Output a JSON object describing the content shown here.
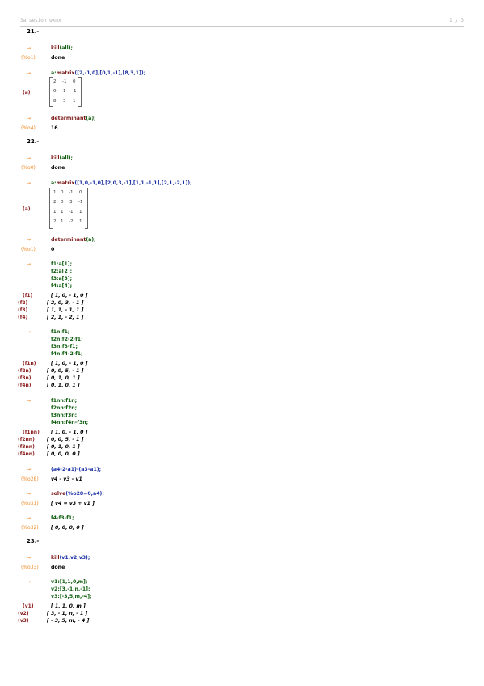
{
  "header": {
    "file": "3a_sesion.wxmx",
    "page": "1 / 3"
  },
  "s21": {
    "title": "21.-",
    "i1": {
      "prompt": "→",
      "fn": "kill",
      "args": "(all);"
    },
    "o1": {
      "label": "(%o1)",
      "text": "done"
    },
    "i2": {
      "prompt": "→",
      "pre": "a:",
      "fn": "matrix",
      "args": "([2,-1,0],[0,1,-1],[8,3,1]);"
    },
    "m": {
      "label": "(a)",
      "rows": [
        [
          "2",
          "-1",
          "0"
        ],
        [
          "0",
          "1",
          "-1"
        ],
        [
          "8",
          "3",
          "1"
        ]
      ]
    },
    "i3": {
      "prompt": "→",
      "fn": "determinant",
      "args": "(a);"
    },
    "o3": {
      "label": "(%o4)",
      "text": "16"
    }
  },
  "s22": {
    "title": "22.-",
    "i1": {
      "prompt": "→",
      "fn": "kill",
      "args": "(all);"
    },
    "o1": {
      "label": "(%o0)",
      "text": "done"
    },
    "i2": {
      "prompt": "→",
      "pre": "a:",
      "fn": "matrix",
      "args": "([1,0,-1,0],[2,0,3,-1],[1,1,-1,1],[2,1,-2,1]);"
    },
    "m": {
      "label": "(a)",
      "rows": [
        [
          "1",
          "0",
          "-1",
          "0"
        ],
        [
          "2",
          "0",
          "3",
          "-1"
        ],
        [
          "1",
          "1",
          "-1",
          "1"
        ],
        [
          "2",
          "1",
          "-2",
          "1"
        ]
      ]
    },
    "i3": {
      "prompt": "→",
      "fn": "determinant",
      "args": "(a);"
    },
    "o3": {
      "label": "(%o1)",
      "text": "0"
    },
    "i4": {
      "prompt": "→",
      "lines": [
        "f1:a[1];",
        "f2:a[2];",
        "f3:a[3];",
        "f4:a[4];"
      ]
    },
    "o4": [
      {
        "label": "(f1)",
        "text": "[ 1, 0, - 1, 0 ]"
      },
      {
        "label": "(f2)",
        "text": "[ 2, 0, 3, - 1 ]"
      },
      {
        "label": "(f3)",
        "text": "[ 1, 1, - 1, 1 ]"
      },
      {
        "label": "(f4)",
        "text": "[ 2, 1, - 2, 1 ]"
      }
    ],
    "i5": {
      "prompt": "→",
      "lines": [
        "f1n:f1;",
        "f2n:f2-2·f1;",
        "f3n:f3-f1;",
        "f4n:f4-2·f1;"
      ]
    },
    "o5": [
      {
        "label": "(f1n)",
        "text": "[ 1, 0, - 1, 0 ]"
      },
      {
        "label": "(f2n)",
        "text": "[ 0, 0, 5, - 1 ]"
      },
      {
        "label": "(f3n)",
        "text": "[ 0, 1, 0, 1 ]"
      },
      {
        "label": "(f4n)",
        "text": "[ 0, 1, 0, 1 ]"
      }
    ],
    "i6": {
      "prompt": "→",
      "lines": [
        "f1nn:f1n;",
        "f2nn:f2n;",
        "f3nn:f3n;",
        "f4nn:f4n-f3n;"
      ]
    },
    "o6": [
      {
        "label": "(f1nn)",
        "text": "[ 1, 0, - 1, 0 ]"
      },
      {
        "label": "(f2nn)",
        "text": "[ 0, 0, 5, - 1 ]"
      },
      {
        "label": "(f3nn)",
        "text": "[ 0, 1, 0, 1 ]"
      },
      {
        "label": "(f4nn)",
        "text": "[ 0, 0, 0, 0 ]"
      }
    ],
    "i7": {
      "prompt": "→",
      "text": "(a4-2·a1)-(a3-a1);"
    },
    "o7": {
      "label": "(%o28)",
      "text": "v4 - v3 - v1"
    },
    "i8": {
      "prompt": "→",
      "fn": "solve",
      "args": "(%o28=0,a4);"
    },
    "o8": {
      "label": "(%o31)",
      "text": "[ v4 = v3 + v1 ]"
    },
    "i9": {
      "prompt": "→",
      "text": "f4-f3-f1;"
    },
    "o9": {
      "label": "(%o32)",
      "text": "[ 0, 0, 0, 0 ]"
    }
  },
  "s23": {
    "title": "23.-",
    "i1": {
      "prompt": "→",
      "fn": "kill",
      "args": "(v1,v2,v3);"
    },
    "o1": {
      "label": "(%o33)",
      "text": "done"
    },
    "i2": {
      "prompt": "→",
      "lines": [
        "v1:[1,1,0,m];",
        "v2:[3,-1,n,-1];",
        "v3:[-3,5,m,-4];"
      ]
    },
    "o2": [
      {
        "label": "(v1)",
        "text": "[ 1, 1, 0, m ]"
      },
      {
        "label": "(v2)",
        "text": "[ 3, - 1, n, - 1 ]"
      },
      {
        "label": "(v3)",
        "text": "[ - 3, 5, m, - 4 ]"
      }
    ]
  }
}
